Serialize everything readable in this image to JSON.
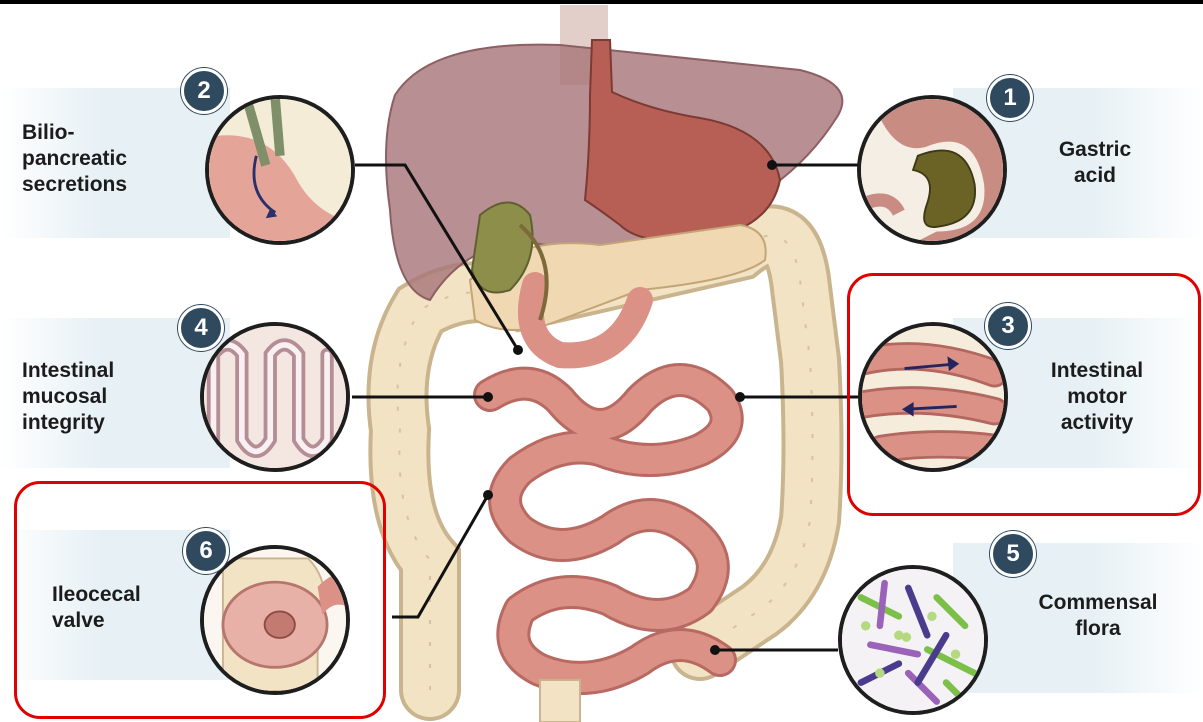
{
  "items": [
    {
      "number": "1",
      "label": "Gastric\nacid"
    },
    {
      "number": "2",
      "label": "Bilio-\npancreatic\nsecretions"
    },
    {
      "number": "3",
      "label": "Intestinal\nmotor\nactivity"
    },
    {
      "number": "4",
      "label": "Intestinal\nmucosal\nintegrity"
    },
    {
      "number": "5",
      "label": "Commensal\nflora"
    },
    {
      "number": "6",
      "label": "Ileocecal\nvalve"
    }
  ],
  "highlighted_items": [
    "3",
    "6"
  ],
  "colors": {
    "badge": "#2f4a5e",
    "highlight": "#e00000",
    "liver": "#a8767a",
    "stomach": "#b85f55",
    "small_intestine": "#dc9187",
    "colon": "#f1e3c4",
    "band": "#e6f0f5"
  }
}
